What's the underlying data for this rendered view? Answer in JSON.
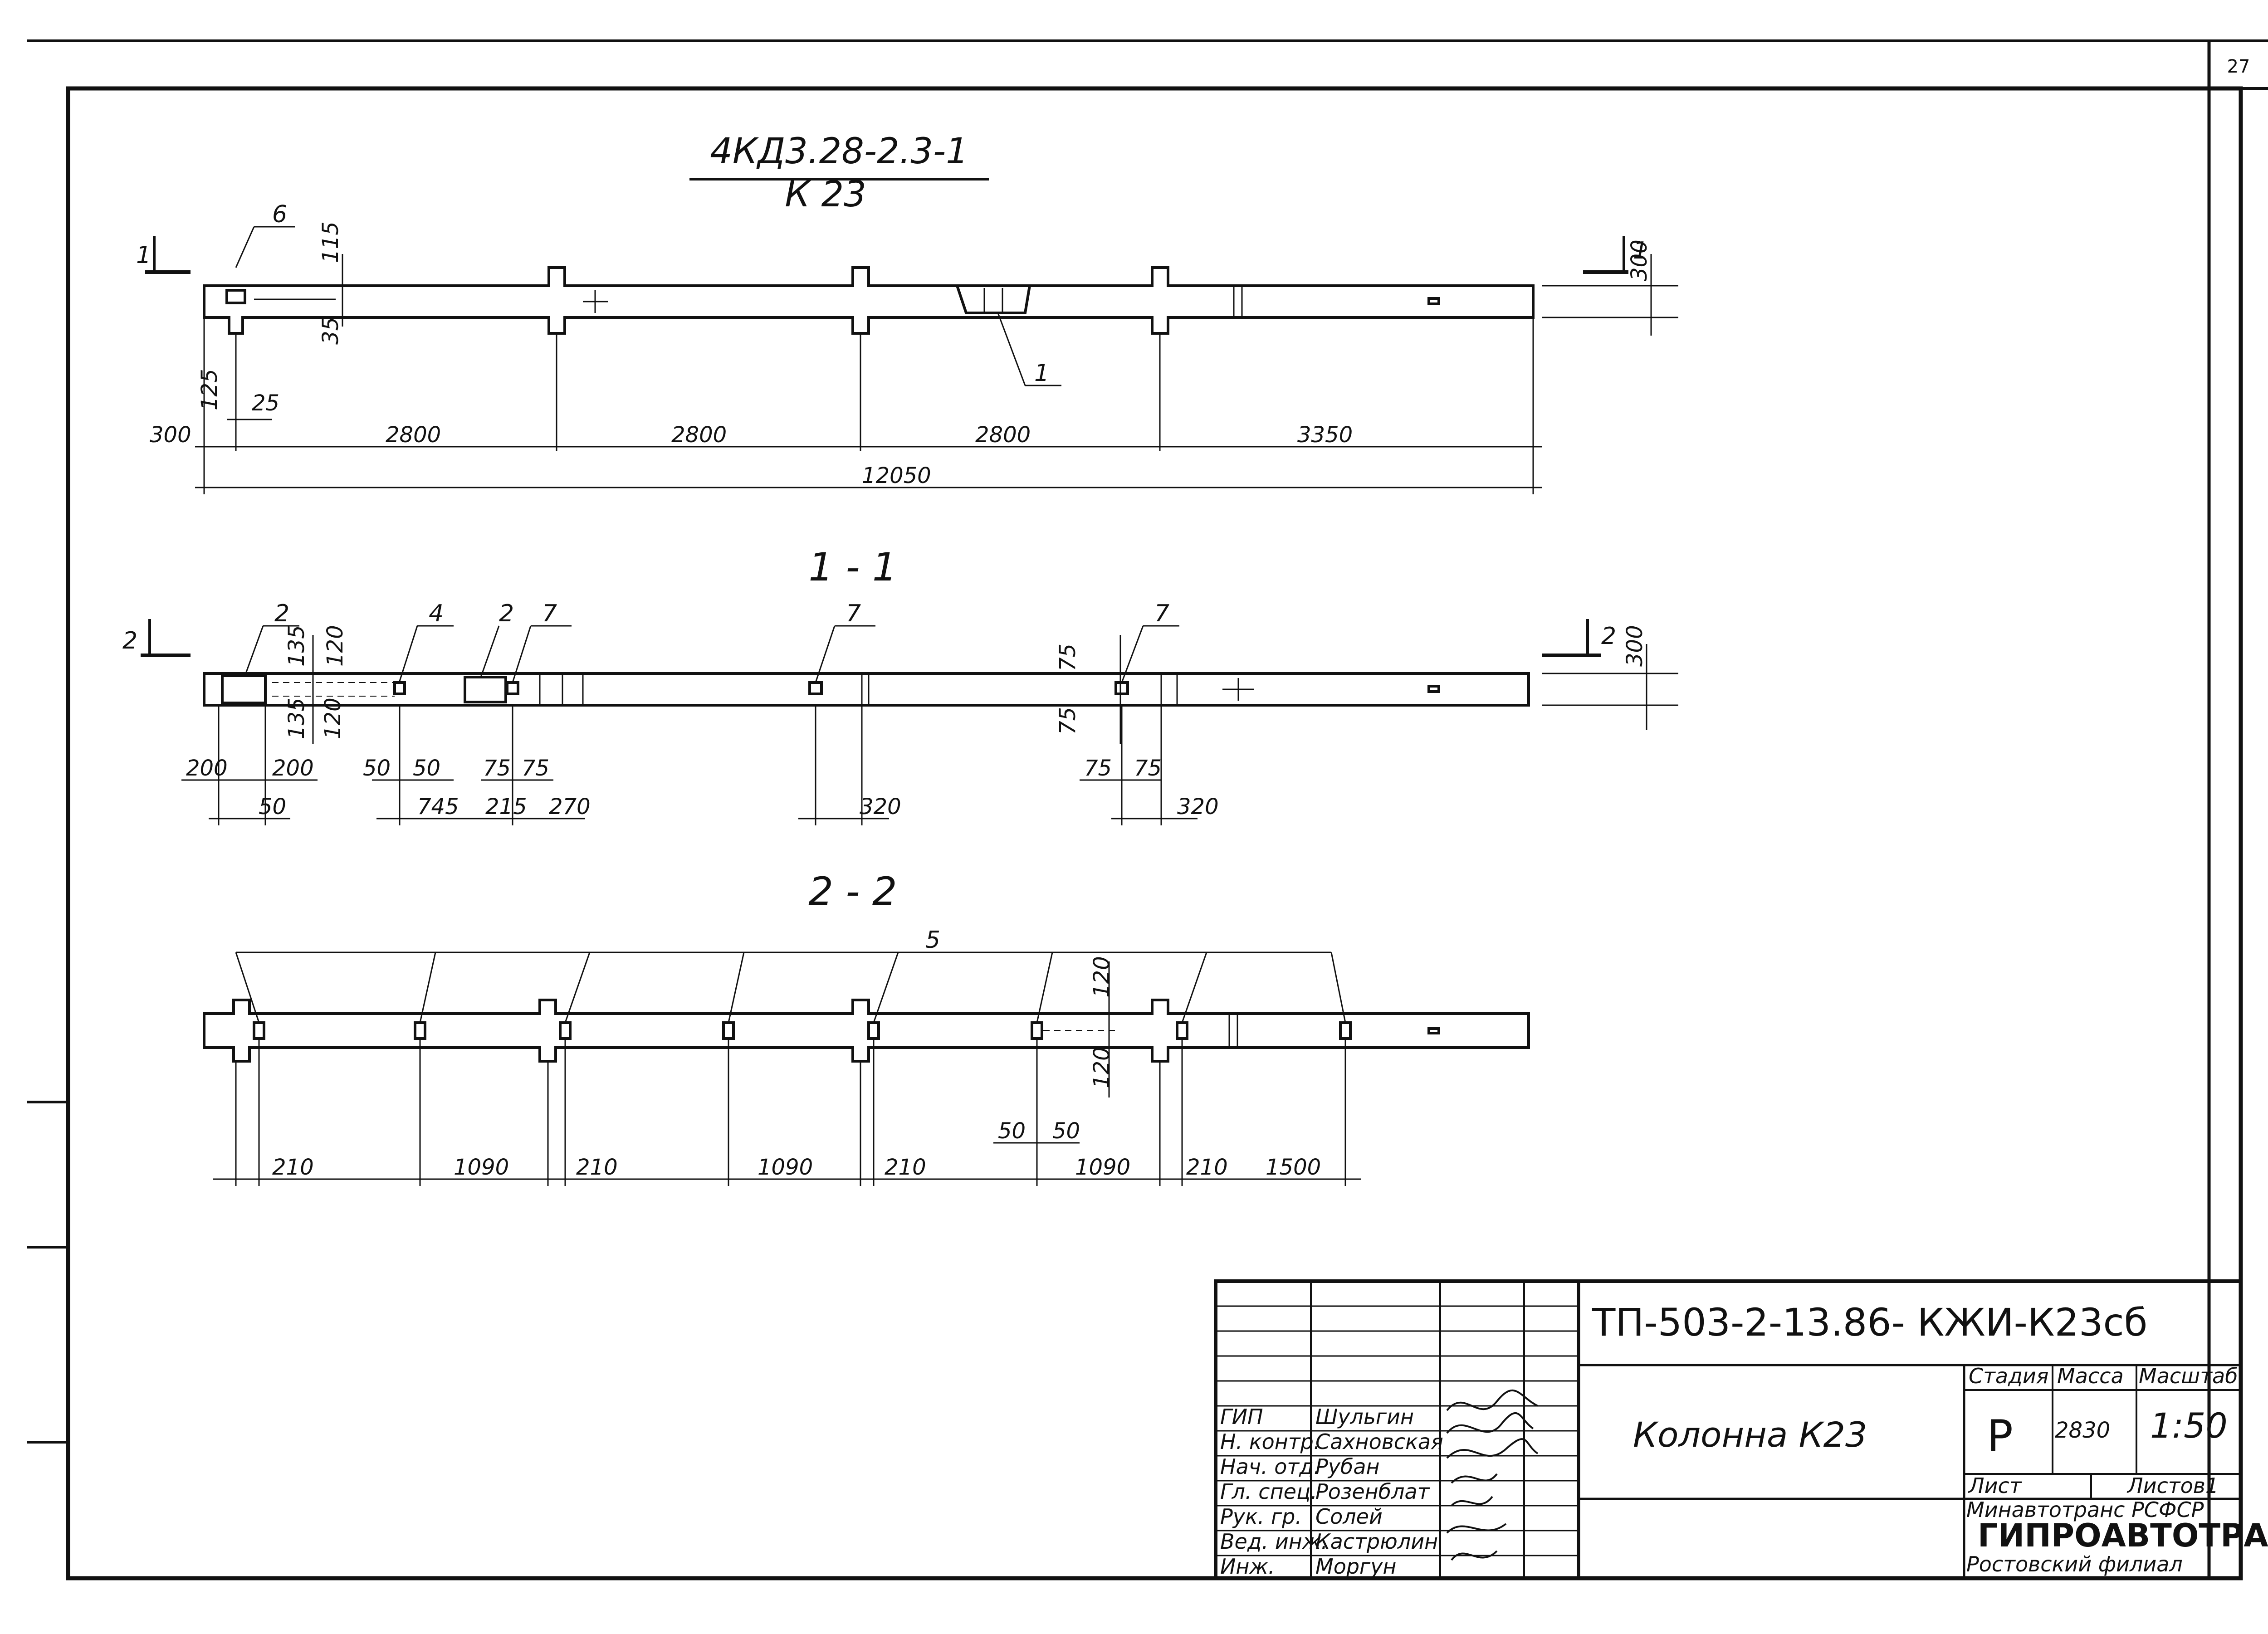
{
  "sheet_number": "27",
  "elevation": {
    "title": "4КД3.28-2.3-1",
    "mark": "К 23",
    "section_label": "1",
    "callouts": [
      "6",
      "1"
    ],
    "dims_top": [
      "115",
      "35",
      "300"
    ],
    "dims_small": [
      "125",
      "25"
    ],
    "dims_chain": [
      "300",
      "2800",
      "2800",
      "2800",
      "3350"
    ],
    "total_length": "12050"
  },
  "section_1_1": {
    "title": "1 - 1",
    "section_label": "2",
    "callouts": [
      "2",
      "4",
      "2",
      "7",
      "7",
      "7"
    ],
    "dims_vert": [
      "135",
      "120",
      "135",
      "120",
      "75",
      "75",
      "300"
    ],
    "dims_a": [
      "200",
      "200",
      "50",
      "50",
      "50",
      "75",
      "75",
      "75",
      "75"
    ],
    "dims_b": [
      "745",
      "215",
      "270",
      "320",
      "320"
    ]
  },
  "section_2_2": {
    "title": "2 - 2",
    "callout": "5",
    "dims_vert": [
      "120",
      "120",
      "50",
      "50"
    ],
    "dims_chain": [
      "210",
      "1090",
      "210",
      "1090",
      "210",
      "1090",
      "210",
      "1500"
    ]
  },
  "title_block": {
    "code": "ТП-503-2-13.86- КЖИ-К23сб",
    "name": "Колонна К23",
    "headers": [
      "Стадия",
      "Масса",
      "Масштаб"
    ],
    "stage": "Р",
    "mass": "2830",
    "scale": "1:50",
    "sheet_label": "Лист",
    "sheets_label": "Листов1",
    "org_line1": "Минавтотранс РСФСР",
    "org_line2": "ГИПРОАВТОТРАНС",
    "org_line3": "Ростовский филиал",
    "staff": [
      {
        "role": "ГИП",
        "name": "Шульгин"
      },
      {
        "role": "Н. контр.",
        "name": "Сахновская"
      },
      {
        "role": "Нач. отд.",
        "name": "Рубан"
      },
      {
        "role": "Гл. спец.",
        "name": "Розенблат"
      },
      {
        "role": "Рук. гр.",
        "name": "Солей"
      },
      {
        "role": "Вед. инж.",
        "name": "Кастрюлин"
      },
      {
        "role": "Инж.",
        "name": "Моргун"
      }
    ]
  }
}
